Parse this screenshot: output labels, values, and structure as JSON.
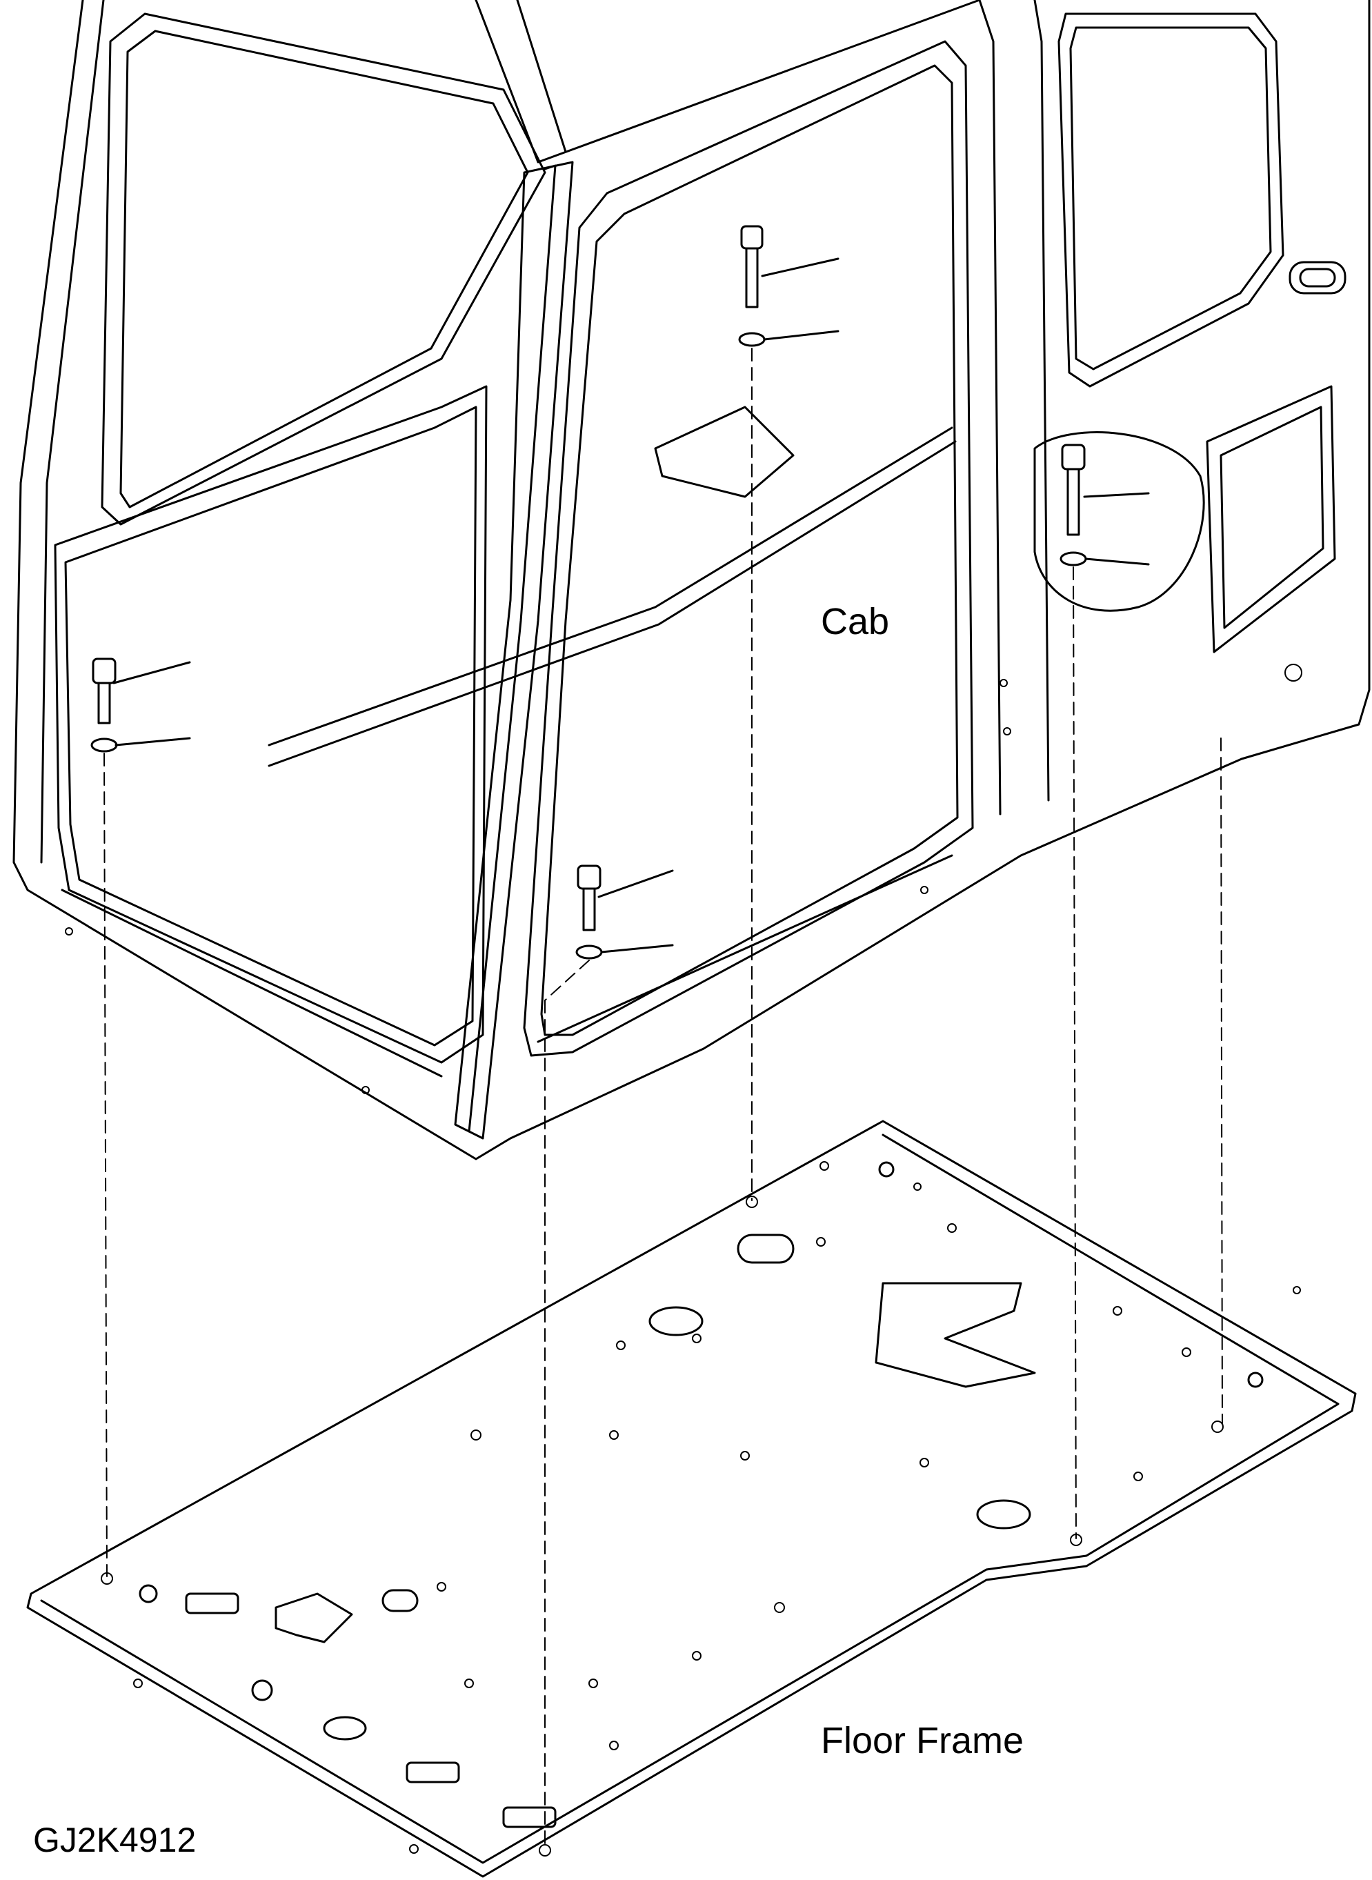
{
  "labels": {
    "cab": "Cab",
    "floor_frame": "Floor Frame",
    "figure_code": "GJ2K4912"
  },
  "colors": {
    "line": "#000000",
    "background": "#ffffff"
  }
}
